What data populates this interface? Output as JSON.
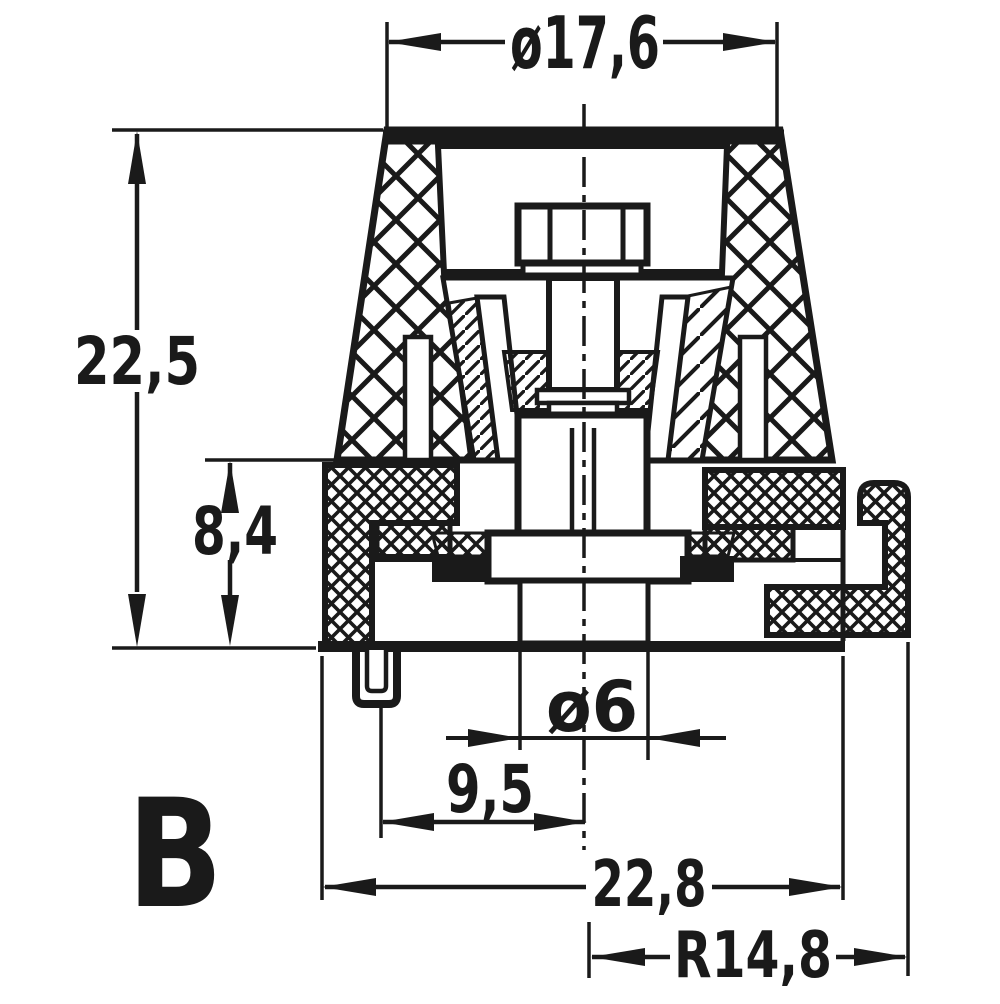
{
  "drawing": {
    "title": "sectioned trimmer / knob technical drawing, view B",
    "background": "#ffffff",
    "ink": "#1a1a1a",
    "variant_label": "B",
    "dims": {
      "top_diameter": "ø17,6",
      "overall_height": "22,5",
      "flange_height": "8,4",
      "shaft_diameter": "ø6",
      "pin_offset": "9,5",
      "body_width": "22,8",
      "mounting_radius": "R14,8"
    }
  }
}
